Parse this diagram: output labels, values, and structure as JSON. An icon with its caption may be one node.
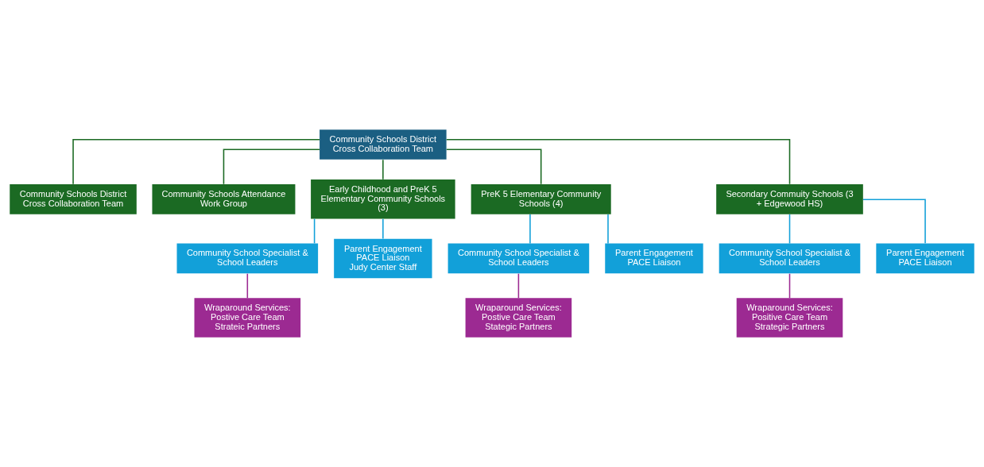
{
  "diagram": {
    "nodes": [
      {
        "text": [
          "Community Schools District Cross Collaboration Team"
        ]
      },
      {
        "text": [
          "Community Schools District Cross Collaboration Team"
        ]
      },
      {
        "text": [
          "Community Schools Attendance Work Group"
        ]
      },
      {
        "text": [
          "Early Childhood and PreK 5 Elementary Community Schools (3)"
        ]
      },
      {
        "text": [
          "PreK 5 Elementary Community Schools (4)"
        ]
      },
      {
        "text": [
          "Secondary Commuity Schools (3 + Edgewood HS)"
        ]
      },
      {
        "text": [
          "Community School Specialist & School Leaders"
        ]
      },
      {
        "text": [
          "Parent Engagement",
          "PACE Liaison",
          "Judy Center Staff"
        ]
      },
      {
        "text": [
          "Wraparound Services:",
          "Postive Care Team",
          "Strateic Partners"
        ]
      },
      {
        "text": [
          "Community School Specialist & School Leaders"
        ]
      },
      {
        "text": [
          "Parent Engagement",
          "PACE Liaison"
        ]
      },
      {
        "text": [
          "Wraparound Services:",
          "Postive Care Team",
          "Stategic Partners"
        ]
      },
      {
        "text": [
          "Community School Specialist & School Leaders"
        ]
      },
      {
        "text": [
          "Parent Engagement",
          "PACE Liaison"
        ]
      },
      {
        "text": [
          "Wraparound Services:",
          "Positive Care Team",
          "Strategic Partners"
        ]
      }
    ],
    "edges": [
      {
        "from": 0,
        "to": 1,
        "arrow": "none",
        "color": "#1b6a23"
      },
      {
        "from": 0,
        "to": 2,
        "arrow": "none",
        "color": "#1b6a23"
      },
      {
        "from": 0,
        "to": 3,
        "arrow": "none",
        "color": "#1b6a23"
      },
      {
        "from": 0,
        "to": 4,
        "arrow": "none",
        "color": "#1b6a23"
      },
      {
        "from": 0,
        "to": 5,
        "arrow": "none",
        "color": "#1b6a23"
      },
      {
        "from": 3,
        "to": 6,
        "arrow": "none"
      },
      {
        "from": 3,
        "to": 7,
        "arrow": "none"
      },
      {
        "from": 4,
        "to": 9,
        "arrow": "none"
      },
      {
        "from": 4,
        "to": 10,
        "arrow": "none"
      },
      {
        "from": 5,
        "to": 12,
        "arrow": "none"
      },
      {
        "from": 5,
        "to": 13,
        "arrow": "none"
      },
      {
        "from": 6,
        "to": 8,
        "arrow": "none",
        "color": "#9c2a92"
      },
      {
        "from": 9,
        "to": 11,
        "arrow": "none",
        "color": "#9c2a92"
      },
      {
        "from": 12,
        "to": 14,
        "arrow": "none",
        "color": "#9c2a92"
      }
    ]
  }
}
